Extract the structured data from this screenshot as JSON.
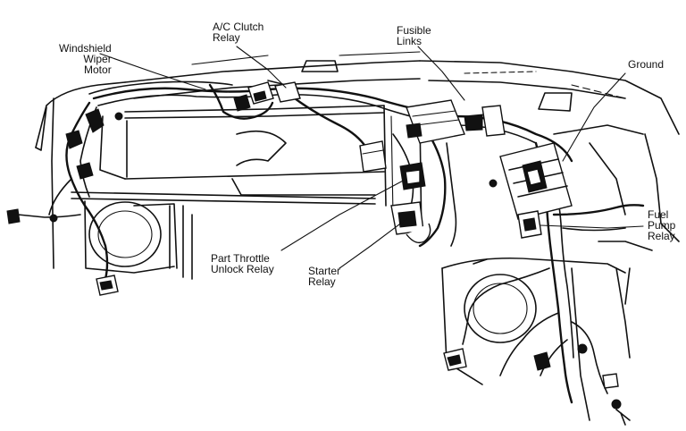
{
  "labels": {
    "windshield_wiper_motor": "Windshield\nWiper\nMotor",
    "ac_clutch_relay": "A/C Clutch\nRelay",
    "fusible_links": "Fusible\nLinks",
    "ground": "Ground",
    "fuel_pump_relay": "Fuel\nPump\nRelay",
    "part_throttle_unlock_relay": "Part Throttle\nUnlock Relay",
    "starter_relay": "Starter\nRelay"
  },
  "colors": {
    "ink": "#111111",
    "paper": "#ffffff"
  }
}
